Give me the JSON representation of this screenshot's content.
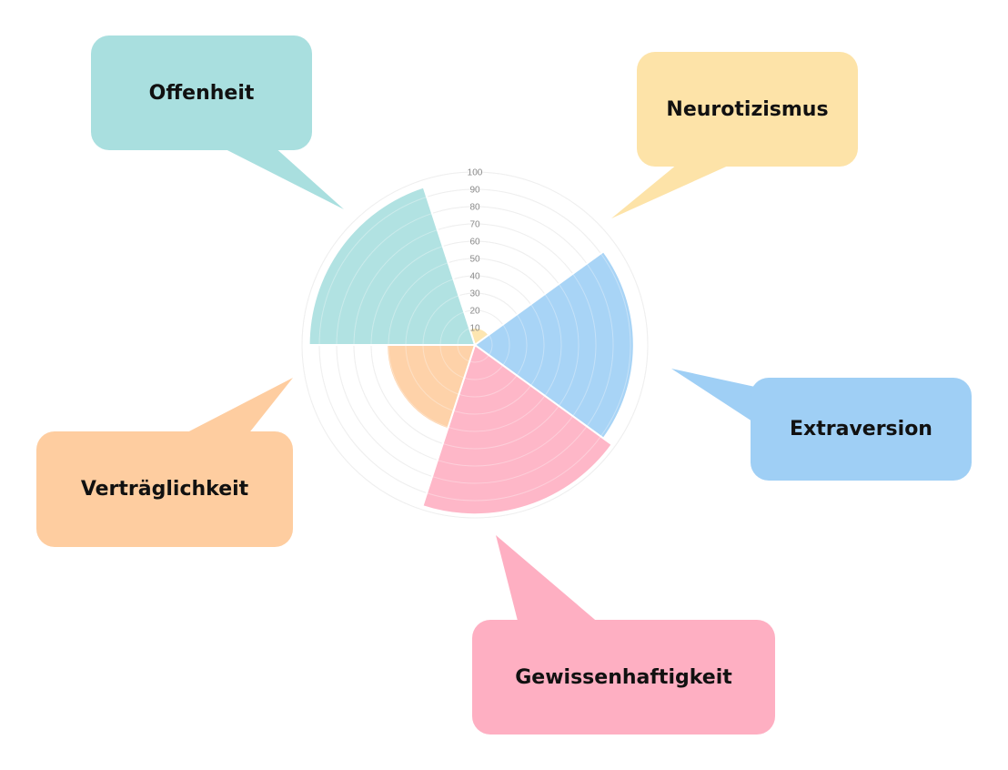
{
  "chart_data": {
    "type": "polar-area",
    "categories": [
      "Neurotizismus",
      "Extraversion",
      "Gewissenhaftigkeit",
      "Verträglichkeit",
      "Offenheit"
    ],
    "values": [
      10,
      92,
      98,
      51,
      96
    ],
    "colors": [
      "#FDE3A8",
      "#9FCFF5",
      "#FEAFC2",
      "#FECDA0",
      "#A9DFDF"
    ],
    "rlim": [
      0,
      100
    ],
    "ticks": [
      "10",
      "20",
      "30",
      "40",
      "50",
      "60",
      "70",
      "80",
      "90",
      "100"
    ],
    "grid": true
  },
  "callouts": [
    {
      "label": "Offenheit",
      "color": "#A9DFDF"
    },
    {
      "label": "Neurotizismus",
      "color": "#FDE3A8"
    },
    {
      "label": "Extraversion",
      "color": "#9FCFF5"
    },
    {
      "label": "Gewissenhaftigkeit",
      "color": "#FEAFC2"
    },
    {
      "label": "Verträglichkeit",
      "color": "#FECDA0"
    }
  ]
}
